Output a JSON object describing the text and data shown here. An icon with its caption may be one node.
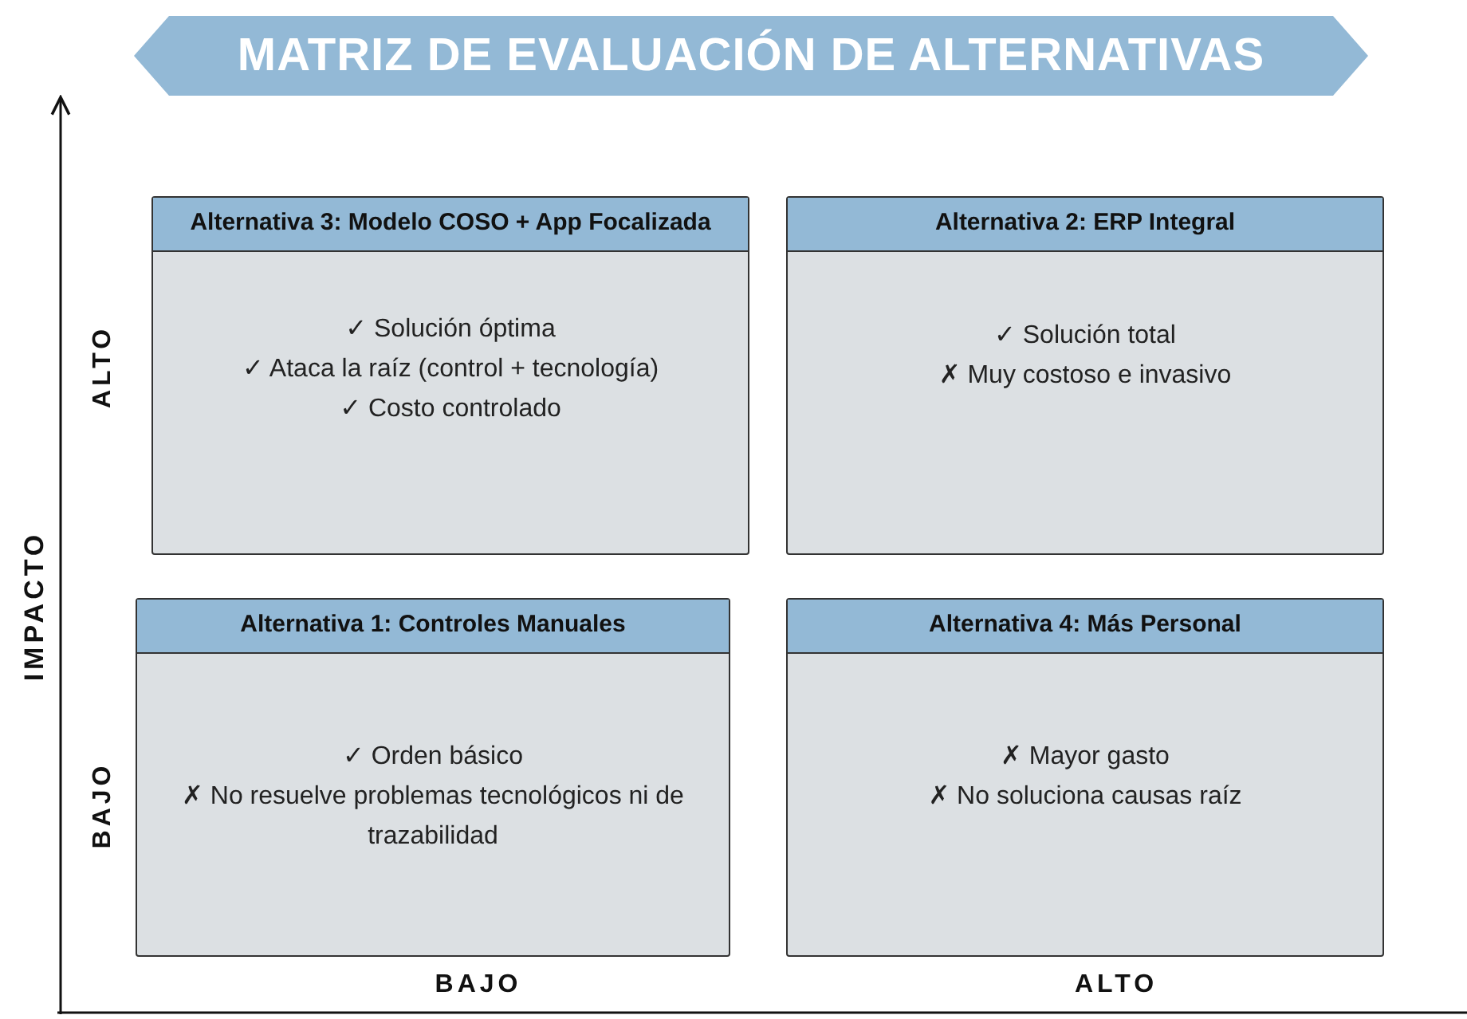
{
  "diagram": {
    "title": "MATRIZ DE EVALUACIÓN DE ALTERNATIVAS",
    "nodes": [
      {
        "text": [
          "Alternativa 3: Modelo COSO + App Focalizada",
          "✓ Solución óptima",
          "✓ Ataca la raíz (control + tecnología)",
          "✓ Costo controlado"
        ]
      },
      {
        "text": [
          "Alternativa 2: ERP Integral",
          "✓ Solución total",
          "✗ Muy costoso e invasivo"
        ]
      },
      {
        "text": [
          "Alternativa 1: Controles Manuales",
          "✓ Orden básico",
          "✗ No resuelve problemas tecnológicos ni de trazabilidad"
        ]
      },
      {
        "text": [
          "Alternativa 4: Más Personal",
          "✗ Mayor gasto",
          "✗ No soluciona causas raíz"
        ]
      }
    ],
    "labels": [
      "ALTO",
      "IMPACTO",
      "BAJO",
      "BAJO",
      "ALTO"
    ]
  }
}
